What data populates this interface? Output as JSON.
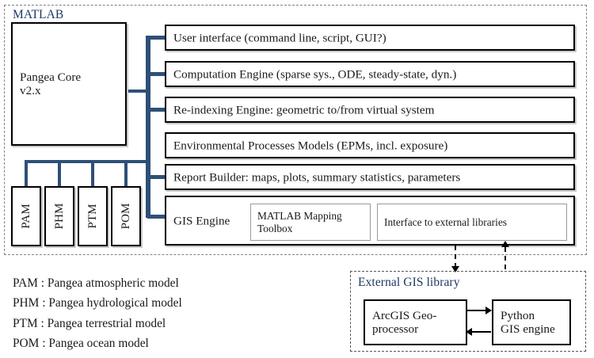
{
  "diagram": {
    "title_matlab": "MATLAB",
    "title_external": "External GIS library"
  },
  "core": {
    "label_line1": "Pangea Core",
    "label_line2": "v2.x"
  },
  "modules": [
    {
      "label": "User interface (command line, script, GUI?)",
      "name": "user-interface-box",
      "connected": true
    },
    {
      "label": "Computation Engine (sparse sys., ODE, steady-state, dyn.)",
      "name": "computation-engine-box",
      "connected": true
    },
    {
      "label": "Re-indexing Engine: geometric to/from virtual system",
      "name": "re-indexing-engine-box",
      "connected": true
    },
    {
      "label": "Environmental Processes Models (EPMs, incl. exposure)",
      "name": "environmental-processes-models-box",
      "connected": false
    },
    {
      "label": "Report Builder: maps, plots, summary statistics, parameters",
      "name": "report-builder-box",
      "connected": true
    },
    {
      "label": "GIS Engine",
      "name": "gis-engine-box",
      "connected": true
    }
  ],
  "gis_engine": {
    "title": "GIS Engine",
    "mapping_toolbox": "MATLAB Mapping\nToolbox",
    "mapping_toolbox_line1": "MATLAB Mapping",
    "mapping_toolbox_line2": "Toolbox",
    "external_interface": "Interface to external libraries"
  },
  "submodels": [
    {
      "abbr": "PAM",
      "name": "pam-box"
    },
    {
      "abbr": "PHM",
      "name": "phm-box"
    },
    {
      "abbr": "PTM",
      "name": "ptm-box"
    },
    {
      "abbr": "POM",
      "name": "pom-box"
    }
  ],
  "legend": [
    "PAM : Pangea atmospheric model",
    "PHM : Pangea hydrological model",
    "PTM : Pangea terrestrial model",
    "POM : Pangea ocean model"
  ],
  "external_library": {
    "title": "External GIS library",
    "arcgis_line1": "ArcGIS Geo-",
    "arcgis_line2": "processor",
    "python_line1": "Python",
    "python_line2": "GIS engine"
  },
  "colors": {
    "accent_navy": "#1f3864",
    "rail_blue": "#2e5077",
    "box_border": "#000000",
    "dashed_region": "#808080"
  }
}
